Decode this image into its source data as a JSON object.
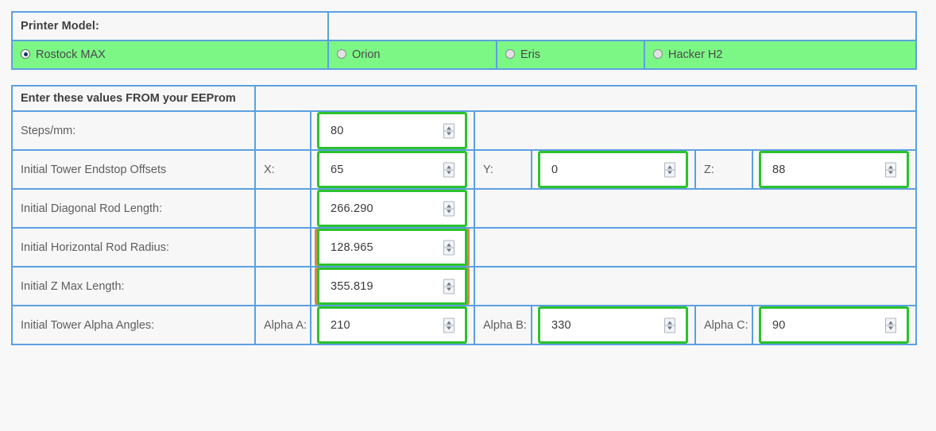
{
  "colors": {
    "grid_border": "#5ba0e0",
    "selected_row": "#7cf786",
    "input_border": "#2cc22c",
    "focus_ring": "#c47a30",
    "page_background": "#f8f8f8"
  },
  "printer_model": {
    "header_label": "Printer Model:",
    "options": [
      {
        "label": "Rostock MAX",
        "selected": true
      },
      {
        "label": "Orion",
        "selected": false
      },
      {
        "label": "Eris",
        "selected": false
      },
      {
        "label": "Hacker H2",
        "selected": false
      }
    ]
  },
  "eeprom": {
    "header_label": "Enter these values FROM your EEProm",
    "rows": [
      {
        "label": "Steps/mm:",
        "fields": [
          {
            "axis": "",
            "value": "80",
            "focused": false
          }
        ]
      },
      {
        "label": "Initial Tower Endstop Offsets",
        "fields": [
          {
            "axis": "X:",
            "value": "65",
            "focused": false
          },
          {
            "axis": "Y:",
            "value": "0",
            "focused": false
          },
          {
            "axis": "Z:",
            "value": "88",
            "focused": false
          }
        ]
      },
      {
        "label": "Initial Diagonal Rod Length:",
        "fields": [
          {
            "axis": "",
            "value": "266.290",
            "focused": false
          }
        ]
      },
      {
        "label": "Initial Horizontal Rod Radius:",
        "fields": [
          {
            "axis": "",
            "value": "128.965",
            "focused": true
          }
        ]
      },
      {
        "label": "Initial Z Max Length:",
        "fields": [
          {
            "axis": "",
            "value": "355.819",
            "focused": true
          }
        ]
      },
      {
        "label": "Initial Tower Alpha Angles:",
        "fields": [
          {
            "axis": "Alpha A:",
            "value": "210",
            "focused": false
          },
          {
            "axis": "Alpha B:",
            "value": "330",
            "focused": false
          },
          {
            "axis": "Alpha C:",
            "value": "90",
            "focused": false
          }
        ]
      }
    ]
  }
}
